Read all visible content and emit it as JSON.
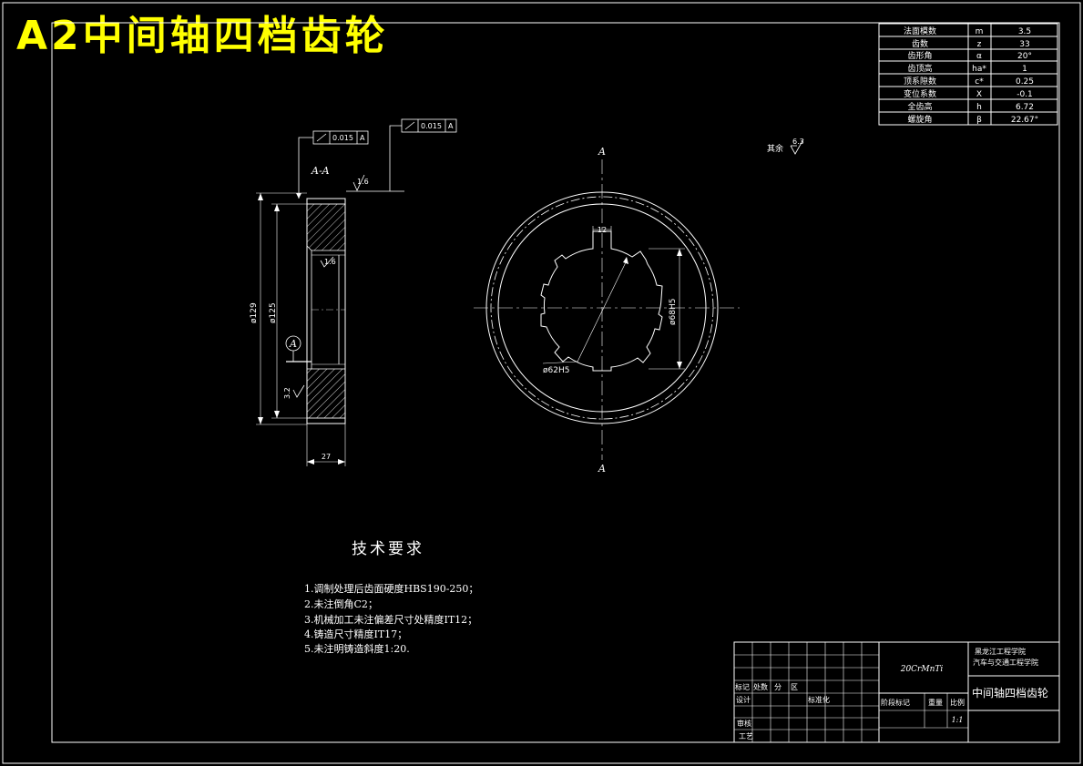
{
  "sheet": {
    "title": "A2中间轴四档齿轮",
    "colors": {
      "background": "#000000",
      "lines": "#ffffff",
      "title": "#ffff00",
      "hatch": "#ffffff"
    }
  },
  "parameters": [
    {
      "name": "法面模数",
      "symbol": "m",
      "value": "3.5"
    },
    {
      "name": "齿数",
      "symbol": "z",
      "value": "33"
    },
    {
      "name": "齿形角",
      "symbol": "α",
      "value": "20°"
    },
    {
      "name": "齿顶高",
      "symbol": "ha*",
      "value": "1"
    },
    {
      "name": "顶系隙数",
      "symbol": "c*",
      "value": "0.25"
    },
    {
      "name": "变位系数",
      "symbol": "X",
      "value": "-0.1"
    },
    {
      "name": "全齿高",
      "symbol": "h",
      "value": "6.72"
    },
    {
      "name": "螺旋角",
      "symbol": "β",
      "value": "22.67°"
    }
  ],
  "section_view": {
    "label": "A-A",
    "tolerance_1": {
      "value": "0.015",
      "datum": "A"
    },
    "tolerance_2": {
      "value": "0.015",
      "datum": "A"
    },
    "dim_outer": "ø129",
    "dim_inner": "ø125",
    "dim_width": "27",
    "datum_label": "A",
    "roughness_top": "1.6",
    "roughness_bottom": "3.2",
    "roughness_bore": "1.6"
  },
  "front_view": {
    "section_mark_top": "A",
    "section_mark_bottom": "A",
    "dim_key": "12",
    "dim_spline_major": "ø68H5",
    "dim_spline_minor": "ø62H5"
  },
  "other_roughness": {
    "label": "其余",
    "value": "6.3"
  },
  "tech_requirements": {
    "heading": "技术要求",
    "items": [
      "1.调制处理后齿面硬度HBS190-250；",
      "2.未注倒角C2；",
      "3.机械加工未注偏差尺寸处精度IT12；",
      "4.铸造尺寸精度IT17；",
      "5.未注明铸造斜度1:20."
    ]
  },
  "title_block": {
    "material": "20CrMnTi",
    "school": "黑龙江工程学院",
    "department": "汽车与交通工程学院",
    "part_name": "中间轴四档齿轮",
    "revision_labels": [
      "标记",
      "处数",
      "分",
      "区"
    ],
    "designer_label": "设计",
    "standardize_label": "标准化",
    "stage_label": "阶段标记",
    "weight_label": "重量",
    "scale_label": "比例",
    "scale_value": "1:1",
    "review_label": "审核",
    "process_label": "工艺"
  }
}
